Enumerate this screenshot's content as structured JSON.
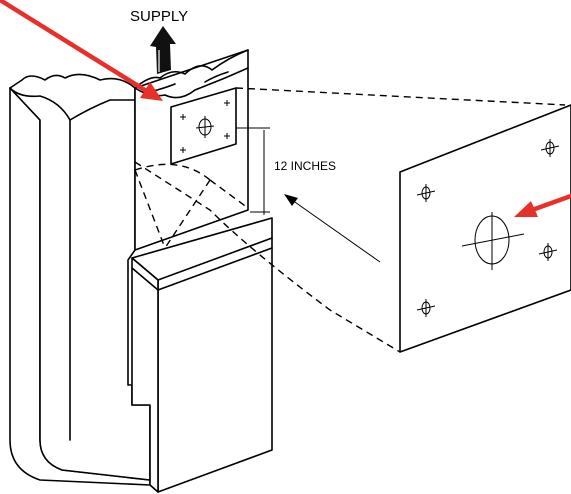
{
  "labels": {
    "supply": "SUPPLY",
    "distance": "12 INCHES"
  },
  "colors": {
    "pointer_arrow": "#e8302a",
    "line_art": "#000000",
    "background": "#ffffff"
  },
  "icons": {
    "airflow": "up-arrow",
    "pointer": "red-arrow",
    "mount_hole": "crosshair-circle"
  }
}
